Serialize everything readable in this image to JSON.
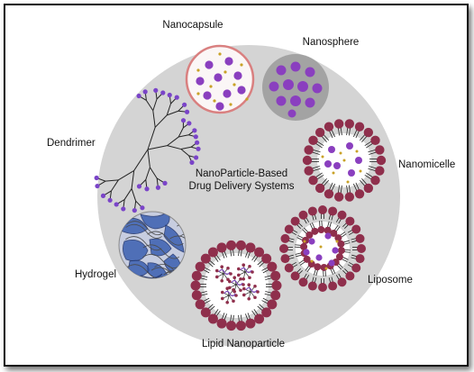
{
  "center": {
    "line1": "NanoParticle-Based",
    "line2": "Drug Delivery Systems"
  },
  "labels": {
    "nanocapsule": "Nanocapsule",
    "nanosphere": "Nanosphere",
    "nanomicelle": "Nanomicelle",
    "liposome": "Liposome",
    "lipid_nanoparticle": "Lipid Nanoparticle",
    "hydrogel": "Hydrogel",
    "dendrimer": "Dendrimer"
  },
  "colors": {
    "background_circle": "#d4d4d4",
    "drug_purple": "#8a3fbf",
    "lipid_head": "#8f2f4c",
    "payload_dot": "#c9a227",
    "capsule_shell": "#d98080",
    "sphere_fill": "#9e9e9e",
    "hydrogel_blue": "#3a5fb0",
    "dendrimer_end": "#7a44c8"
  }
}
